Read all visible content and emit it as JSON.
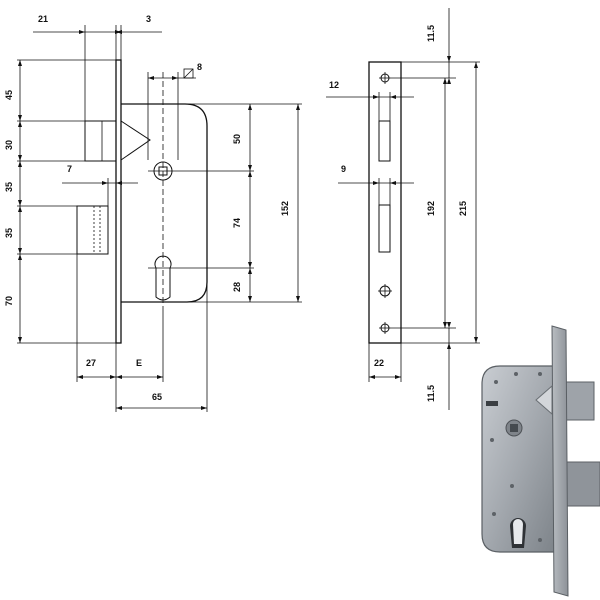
{
  "drawing": {
    "dimensions": {
      "top_21": "21",
      "top_3": "3",
      "left_45": "45",
      "left_30": "30",
      "left_35a": "35",
      "left_35b": "35",
      "left_70": "70",
      "dim_7": "7",
      "dim_8": "8",
      "dim_50": "50",
      "dim_74": "74",
      "dim_28": "28",
      "dim_152": "152",
      "bottom_27": "27",
      "bottom_E": "E",
      "bottom_65": "65",
      "side_11_5_top": "11.5",
      "side_12": "12",
      "side_9": "9",
      "side_192": "192",
      "side_215": "215",
      "side_22": "22",
      "side_11_5_bottom": "11.5"
    }
  }
}
